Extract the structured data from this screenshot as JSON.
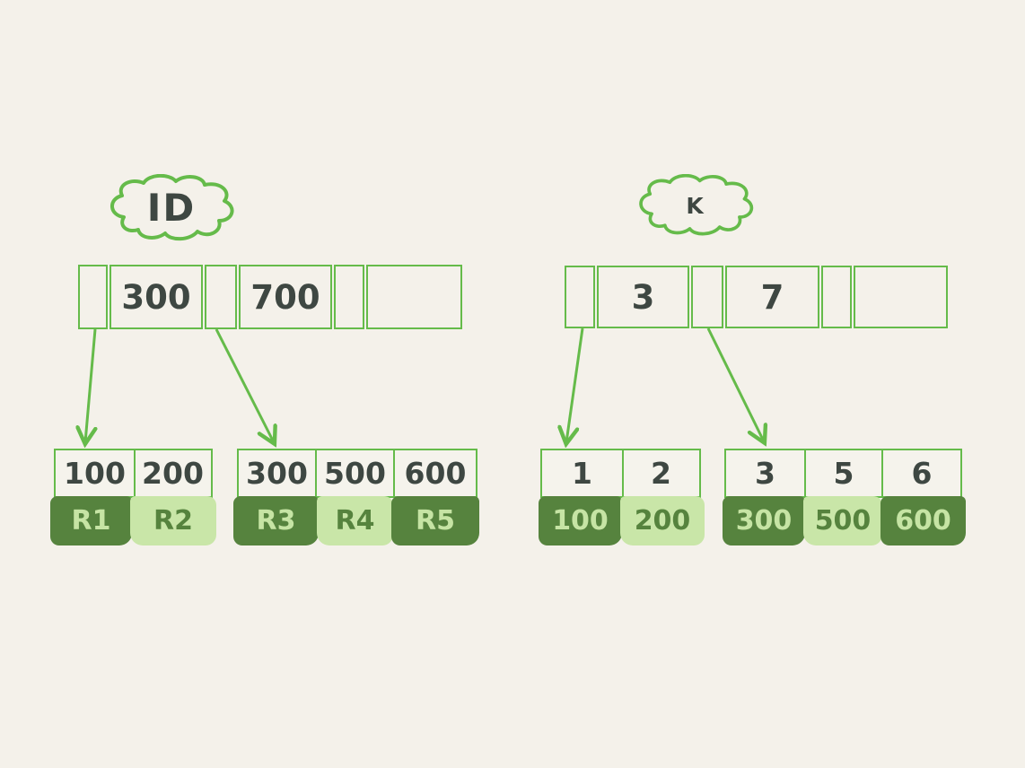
{
  "colors": {
    "background": "#f4f1ea",
    "line_green": "#65bb4a",
    "text_dark": "#3e4742",
    "block_dark_bg": "#56833e",
    "block_dark_text": "#c6e4a4",
    "block_light_bg": "#c9e6a8",
    "block_light_text": "#56833e"
  },
  "diagrams": [
    {
      "name": "id-index",
      "cloud_label": "ID",
      "root_cells": [
        "",
        "300",
        "",
        "700",
        "",
        ""
      ],
      "leaves": [
        {
          "keys": [
            "100",
            "200"
          ],
          "records": [
            {
              "label": "R1",
              "tone": "dark"
            },
            {
              "label": "R2",
              "tone": "light"
            }
          ]
        },
        {
          "keys": [
            "300",
            "500",
            "600"
          ],
          "records": [
            {
              "label": "R3",
              "tone": "dark"
            },
            {
              "label": "R4",
              "tone": "light"
            },
            {
              "label": "R5",
              "tone": "dark"
            }
          ]
        }
      ]
    },
    {
      "name": "k-index",
      "cloud_label": "K",
      "root_cells": [
        "",
        "3",
        "",
        "7",
        "",
        ""
      ],
      "leaves": [
        {
          "keys": [
            "1",
            "2"
          ],
          "records": [
            {
              "label": "100",
              "tone": "dark"
            },
            {
              "label": "200",
              "tone": "light"
            }
          ]
        },
        {
          "keys": [
            "3",
            "5",
            "6"
          ],
          "records": [
            {
              "label": "300",
              "tone": "dark"
            },
            {
              "label": "500",
              "tone": "light"
            },
            {
              "label": "600",
              "tone": "dark"
            }
          ]
        }
      ]
    }
  ]
}
